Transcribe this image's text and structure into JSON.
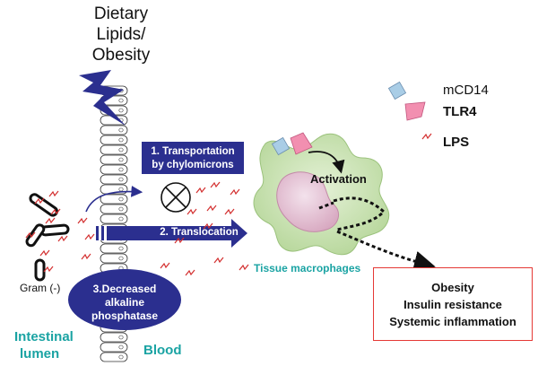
{
  "title_lines": [
    "Dietary",
    "Lipids/",
    "Obesity"
  ],
  "steps": {
    "transportation_lines": [
      "1. Transportation",
      "by chylomicrons"
    ],
    "translocation": "2. Translocation",
    "alkaline_lines": [
      "3.Decreased",
      "alkaline",
      "phosphatase"
    ]
  },
  "legend": {
    "mcd14": "mCD14",
    "tlr4": "TLR4",
    "lps": "LPS"
  },
  "activation": "Activation",
  "tissue_macrophages": "Tissue macrophages",
  "outcomes": [
    "Obesity",
    "Insulin resistance",
    "Systemic  inflammation"
  ],
  "gram": "Gram (-)",
  "intestinal_lumen_lines": [
    "Intestinal",
    "lumen"
  ],
  "blood": "Blood",
  "colors": {
    "navy": "#2b2f8f",
    "teal": "#1aa3a3",
    "macrophage": "#c9e3b2",
    "nucleus": "#e7c5d6",
    "lps_red": "#d32f2f",
    "mcd14": "#a9cde6",
    "tlr4": "#f28fb0",
    "outcome_border": "#e53935"
  }
}
